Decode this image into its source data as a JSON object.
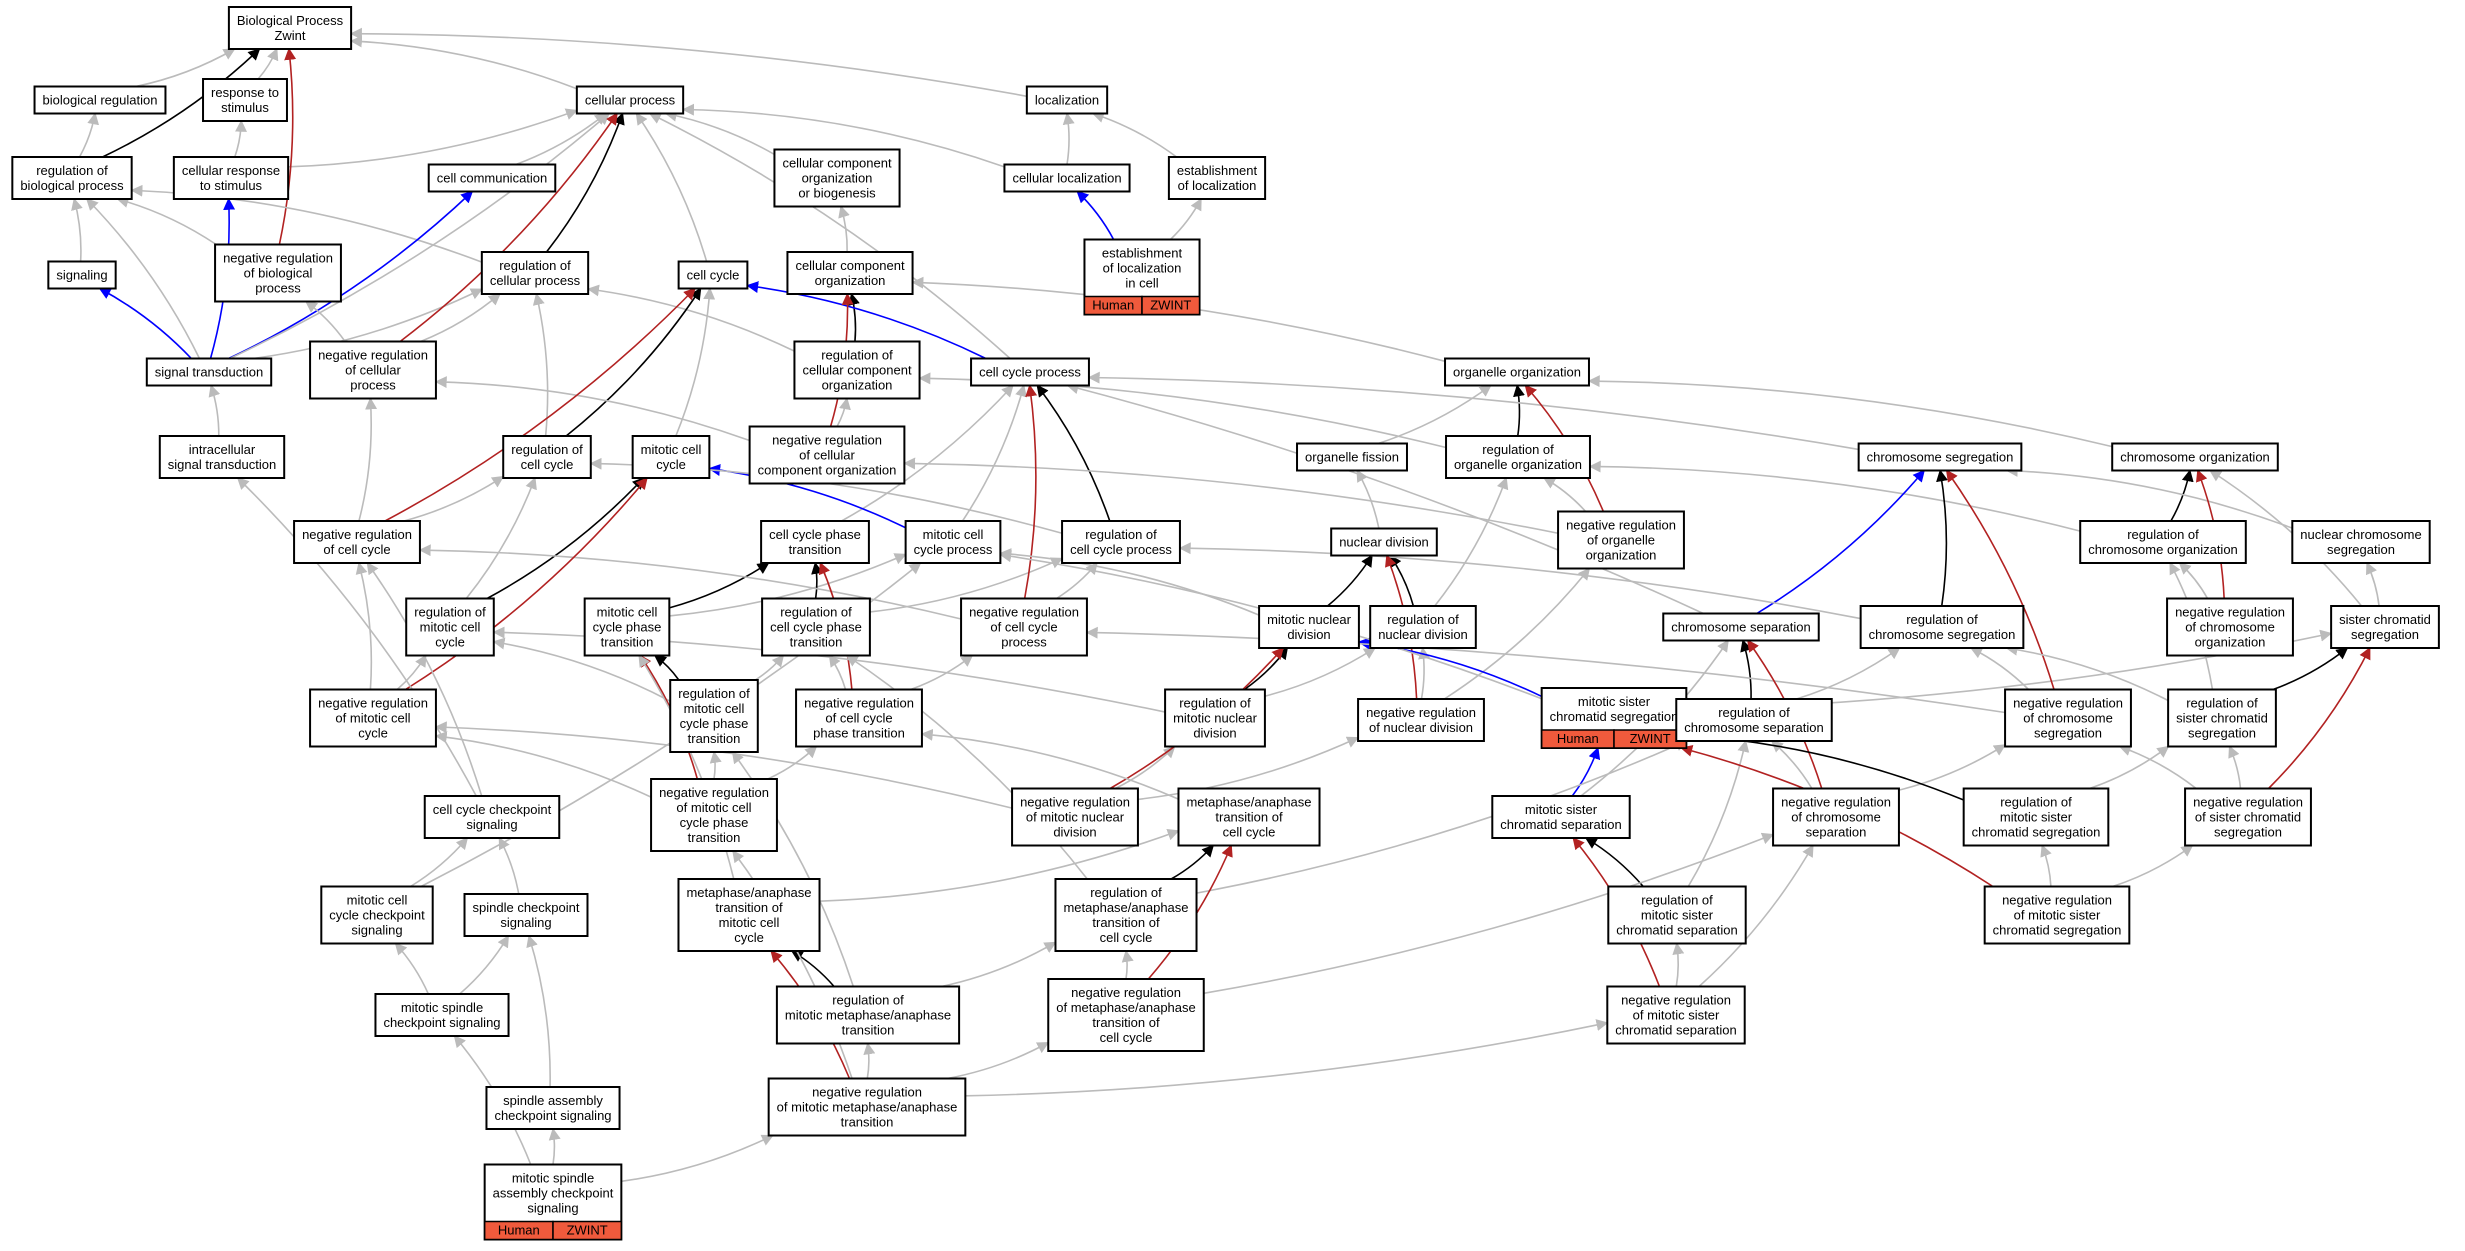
{
  "colors": {
    "is_a": "#bbbbbb",
    "part_of": "#000000",
    "regulates": "#0000ff",
    "neg_regulates": "#b22222",
    "tag_fill": "#f05a3c"
  },
  "nodes": {
    "bp": {
      "lines": [
        "Biological Process",
        "Zwint"
      ]
    },
    "bioreg": {
      "lines": [
        "biological regulation"
      ]
    },
    "resp": {
      "lines": [
        "response to",
        "stimulus"
      ]
    },
    "cellproc": {
      "lines": [
        "cellular process"
      ]
    },
    "loc": {
      "lines": [
        "localization"
      ]
    },
    "regbio": {
      "lines": [
        "regulation of",
        "biological process"
      ]
    },
    "cellresp": {
      "lines": [
        "cellular response",
        "to stimulus"
      ]
    },
    "cellcomm": {
      "lines": [
        "cell communication"
      ]
    },
    "ccob": {
      "lines": [
        "cellular component",
        "organization",
        "or biogenesis"
      ]
    },
    "cellloc": {
      "lines": [
        "cellular localization"
      ]
    },
    "estloc": {
      "lines": [
        "establishment",
        "of localization"
      ]
    },
    "signaling": {
      "lines": [
        "signaling"
      ]
    },
    "negregbio": {
      "lines": [
        "negative regulation",
        "of biological",
        "process"
      ]
    },
    "regcellproc": {
      "lines": [
        "regulation of",
        "cellular process"
      ]
    },
    "cellcycle": {
      "lines": [
        "cell cycle"
      ]
    },
    "cco": {
      "lines": [
        "cellular component",
        "organization"
      ]
    },
    "estloccell": {
      "lines": [
        "establishment",
        "of localization",
        "in cell"
      ],
      "tags": [
        "Human",
        "ZWINT"
      ]
    },
    "sigtrans": {
      "lines": [
        "signal transduction"
      ]
    },
    "negregcellproc": {
      "lines": [
        "negative regulation",
        "of cellular",
        "process"
      ]
    },
    "regcco": {
      "lines": [
        "regulation of",
        "cellular component",
        "organization"
      ]
    },
    "ccp": {
      "lines": [
        "cell cycle process"
      ]
    },
    "orgorg": {
      "lines": [
        "organelle organization"
      ]
    },
    "intrasig": {
      "lines": [
        "intracellular",
        "signal transduction"
      ]
    },
    "regcc": {
      "lines": [
        "regulation of",
        "cell cycle"
      ]
    },
    "mitcc": {
      "lines": [
        "mitotic cell",
        "cycle"
      ]
    },
    "negregcco": {
      "lines": [
        "negative regulation",
        "of cellular",
        "component organization"
      ]
    },
    "orgfis": {
      "lines": [
        "organelle fission"
      ]
    },
    "regorgorg": {
      "lines": [
        "regulation of",
        "organelle organization"
      ]
    },
    "chrseg": {
      "lines": [
        "chromosome segregation"
      ]
    },
    "chrorg": {
      "lines": [
        "chromosome organization"
      ]
    },
    "negregcc": {
      "lines": [
        "negative regulation",
        "of cell cycle"
      ]
    },
    "ccpt": {
      "lines": [
        "cell cycle phase",
        "transition"
      ]
    },
    "mitccp": {
      "lines": [
        "mitotic cell",
        "cycle process"
      ]
    },
    "regccp": {
      "lines": [
        "regulation of",
        "cell cycle process"
      ]
    },
    "nucdiv": {
      "lines": [
        "nuclear division"
      ]
    },
    "negregorgorg": {
      "lines": [
        "negative regulation",
        "of organelle",
        "organization"
      ]
    },
    "regchrorg": {
      "lines": [
        "regulation of",
        "chromosome organization"
      ]
    },
    "nucchrseg": {
      "lines": [
        "nuclear chromosome",
        "segregation"
      ]
    },
    "regmitcc": {
      "lines": [
        "regulation of",
        "mitotic cell",
        "cycle"
      ]
    },
    "mitccpt": {
      "lines": [
        "mitotic cell",
        "cycle phase",
        "transition"
      ]
    },
    "regccpt": {
      "lines": [
        "regulation of",
        "cell cycle phase",
        "transition"
      ]
    },
    "negregccp": {
      "lines": [
        "negative regulation",
        "of cell cycle",
        "process"
      ]
    },
    "mitnucdiv": {
      "lines": [
        "mitotic nuclear",
        "division"
      ]
    },
    "regnucdiv": {
      "lines": [
        "regulation of",
        "nuclear division"
      ]
    },
    "chrsep": {
      "lines": [
        "chromosome separation"
      ]
    },
    "regchrseg": {
      "lines": [
        "regulation of",
        "chromosome segregation"
      ]
    },
    "negregchrorg": {
      "lines": [
        "negative regulation",
        "of chromosome",
        "organization"
      ]
    },
    "sischrseg": {
      "lines": [
        "sister chromatid",
        "segregation"
      ]
    },
    "negregmitcc": {
      "lines": [
        "negative regulation",
        "of mitotic cell",
        "cycle"
      ]
    },
    "regmitccpt": {
      "lines": [
        "regulation of",
        "mitotic cell",
        "cycle phase",
        "transition"
      ]
    },
    "negregccpt": {
      "lines": [
        "negative regulation",
        "of cell cycle",
        "phase transition"
      ]
    },
    "regmitnucdiv": {
      "lines": [
        "regulation of",
        "mitotic nuclear",
        "division"
      ]
    },
    "negregnucdiv": {
      "lines": [
        "negative regulation",
        "of nuclear division"
      ]
    },
    "mitsischrseg": {
      "lines": [
        "mitotic sister",
        "chromatid segregation"
      ],
      "tags": [
        "Human",
        "ZWINT"
      ]
    },
    "regchrsep": {
      "lines": [
        "regulation of",
        "chromosome separation"
      ]
    },
    "negregchrseg": {
      "lines": [
        "negative regulation",
        "of chromosome",
        "segregation"
      ]
    },
    "regsischrseg": {
      "lines": [
        "regulation of",
        "sister chromatid",
        "segregation"
      ]
    },
    "ccchksig": {
      "lines": [
        "cell cycle checkpoint",
        "signaling"
      ]
    },
    "negregmitccpt": {
      "lines": [
        "negative regulation",
        "of mitotic cell",
        "cycle phase",
        "transition"
      ]
    },
    "negregmitnucdiv": {
      "lines": [
        "negative regulation",
        "of mitotic nuclear",
        "division"
      ]
    },
    "matcc": {
      "lines": [
        "metaphase/anaphase",
        "transition of",
        "cell cycle"
      ]
    },
    "mitsischrsep": {
      "lines": [
        "mitotic sister",
        "chromatid separation"
      ]
    },
    "negregchrsep": {
      "lines": [
        "negative regulation",
        "of chromosome",
        "separation"
      ]
    },
    "regmitsischrseg": {
      "lines": [
        "regulation of",
        "mitotic sister",
        "chromatid segregation"
      ]
    },
    "negregsischrseg": {
      "lines": [
        "negative regulation",
        "of sister chromatid",
        "segregation"
      ]
    },
    "mitccchksig": {
      "lines": [
        "mitotic cell",
        "cycle checkpoint",
        "signaling"
      ]
    },
    "spchksig": {
      "lines": [
        "spindle checkpoint",
        "signaling"
      ]
    },
    "matmitcc": {
      "lines": [
        "metaphase/anaphase",
        "transition of",
        "mitotic cell",
        "cycle"
      ]
    },
    "regmatcc": {
      "lines": [
        "regulation of",
        "metaphase/anaphase",
        "transition of",
        "cell cycle"
      ]
    },
    "regmitsischrsep": {
      "lines": [
        "regulation of",
        "mitotic sister",
        "chromatid separation"
      ]
    },
    "negregmitsischrseg": {
      "lines": [
        "negative regulation",
        "of mitotic sister",
        "chromatid segregation"
      ]
    },
    "mitspchksig": {
      "lines": [
        "mitotic spindle",
        "checkpoint signaling"
      ]
    },
    "regmitmat": {
      "lines": [
        "regulation of",
        "mitotic metaphase/anaphase",
        "transition"
      ]
    },
    "negregmatcc": {
      "lines": [
        "negative regulation",
        "of metaphase/anaphase",
        "transition of",
        "cell cycle"
      ]
    },
    "negregmitsischrsep": {
      "lines": [
        "negative regulation",
        "of mitotic sister",
        "chromatid separation"
      ]
    },
    "spasmchksig": {
      "lines": [
        "spindle assembly",
        "checkpoint signaling"
      ]
    },
    "negregmitmat": {
      "lines": [
        "negative regulation",
        "of mitotic metaphase/anaphase",
        "transition"
      ]
    },
    "mitspasmchksig": {
      "lines": [
        "mitotic spindle",
        "assembly checkpoint",
        "signaling"
      ],
      "tags": [
        "Human",
        "ZWINT"
      ]
    }
  },
  "edges": [
    [
      "bioreg",
      "bp",
      "is_a"
    ],
    [
      "resp",
      "bp",
      "is_a"
    ],
    [
      "cellproc",
      "bp",
      "is_a"
    ],
    [
      "loc",
      "bp",
      "is_a"
    ],
    [
      "regbio",
      "bioreg",
      "is_a"
    ],
    [
      "regbio",
      "bp",
      "part_of"
    ],
    [
      "cellresp",
      "resp",
      "is_a"
    ],
    [
      "cellresp",
      "cellproc",
      "is_a"
    ],
    [
      "cellcomm",
      "cellproc",
      "is_a"
    ],
    [
      "ccob",
      "cellproc",
      "is_a"
    ],
    [
      "cellloc",
      "cellproc",
      "is_a"
    ],
    [
      "cellloc",
      "loc",
      "is_a"
    ],
    [
      "estloc",
      "loc",
      "is_a"
    ],
    [
      "signaling",
      "regbio",
      "is_a"
    ],
    [
      "negregbio",
      "regbio",
      "is_a"
    ],
    [
      "negregbio",
      "bp",
      "neg_regulates"
    ],
    [
      "regcellproc",
      "regbio",
      "is_a"
    ],
    [
      "regcellproc",
      "cellproc",
      "part_of"
    ],
    [
      "cellcycle",
      "cellproc",
      "is_a"
    ],
    [
      "cco",
      "ccob",
      "is_a"
    ],
    [
      "estloccell",
      "cellloc",
      "regulates"
    ],
    [
      "estloccell",
      "estloc",
      "is_a"
    ],
    [
      "sigtrans",
      "signaling",
      "regulates"
    ],
    [
      "sigtrans",
      "cellresp",
      "regulates"
    ],
    [
      "sigtrans",
      "cellcomm",
      "regulates"
    ],
    [
      "sigtrans",
      "regcellproc",
      "is_a"
    ],
    [
      "sigtrans",
      "cellproc",
      "is_a"
    ],
    [
      "sigtrans",
      "regbio",
      "is_a"
    ],
    [
      "negregcellproc",
      "negregbio",
      "is_a"
    ],
    [
      "negregcellproc",
      "regcellproc",
      "is_a"
    ],
    [
      "negregcellproc",
      "cellproc",
      "neg_regulates"
    ],
    [
      "regcco",
      "cco",
      "part_of"
    ],
    [
      "regcco",
      "regcellproc",
      "is_a"
    ],
    [
      "ccp",
      "cellcycle",
      "regulates"
    ],
    [
      "ccp",
      "cellproc",
      "is_a"
    ],
    [
      "orgorg",
      "cco",
      "is_a"
    ],
    [
      "intrasig",
      "sigtrans",
      "is_a"
    ],
    [
      "regcc",
      "cellcycle",
      "part_of"
    ],
    [
      "regcc",
      "regcellproc",
      "is_a"
    ],
    [
      "mitcc",
      "cellcycle",
      "is_a"
    ],
    [
      "negregcco",
      "regcco",
      "is_a"
    ],
    [
      "negregcco",
      "cco",
      "neg_regulates"
    ],
    [
      "negregcco",
      "negregcellproc",
      "is_a"
    ],
    [
      "orgfis",
      "orgorg",
      "is_a"
    ],
    [
      "regorgorg",
      "orgorg",
      "part_of"
    ],
    [
      "regorgorg",
      "regcco",
      "is_a"
    ],
    [
      "chrseg",
      "ccp",
      "is_a"
    ],
    [
      "chrorg",
      "orgorg",
      "is_a"
    ],
    [
      "negregcc",
      "regcc",
      "is_a"
    ],
    [
      "negregcc",
      "cellcycle",
      "neg_regulates"
    ],
    [
      "negregcc",
      "negregcellproc",
      "is_a"
    ],
    [
      "ccpt",
      "ccp",
      "is_a"
    ],
    [
      "mitccp",
      "mitcc",
      "regulates"
    ],
    [
      "mitccp",
      "ccp",
      "is_a"
    ],
    [
      "regccp",
      "ccp",
      "part_of"
    ],
    [
      "regccp",
      "regcc",
      "is_a"
    ],
    [
      "nucdiv",
      "orgfis",
      "is_a"
    ],
    [
      "negregorgorg",
      "regorgorg",
      "is_a"
    ],
    [
      "negregorgorg",
      "orgorg",
      "neg_regulates"
    ],
    [
      "negregorgorg",
      "negregcco",
      "is_a"
    ],
    [
      "regchrorg",
      "chrorg",
      "part_of"
    ],
    [
      "regchrorg",
      "regorgorg",
      "is_a"
    ],
    [
      "nucchrseg",
      "chrseg",
      "is_a"
    ],
    [
      "regmitcc",
      "mitcc",
      "part_of"
    ],
    [
      "regmitcc",
      "regcc",
      "is_a"
    ],
    [
      "mitccpt",
      "ccpt",
      "part_of"
    ],
    [
      "mitccpt",
      "mitccp",
      "is_a"
    ],
    [
      "regccpt",
      "ccpt",
      "part_of"
    ],
    [
      "regccpt",
      "regccp",
      "is_a"
    ],
    [
      "negregccp",
      "regccp",
      "is_a"
    ],
    [
      "negregccp",
      "ccp",
      "neg_regulates"
    ],
    [
      "negregccp",
      "negregcc",
      "is_a"
    ],
    [
      "mitnucdiv",
      "nucdiv",
      "part_of"
    ],
    [
      "mitnucdiv",
      "mitccp",
      "is_a"
    ],
    [
      "regnucdiv",
      "nucdiv",
      "part_of"
    ],
    [
      "regnucdiv",
      "regorgorg",
      "is_a"
    ],
    [
      "chrsep",
      "chrseg",
      "regulates"
    ],
    [
      "chrsep",
      "ccp",
      "is_a"
    ],
    [
      "regchrseg",
      "chrseg",
      "part_of"
    ],
    [
      "regchrseg",
      "regccp",
      "is_a"
    ],
    [
      "negregchrorg",
      "regchrorg",
      "is_a"
    ],
    [
      "negregchrorg",
      "chrorg",
      "neg_regulates"
    ],
    [
      "sischrseg",
      "nucchrseg",
      "is_a"
    ],
    [
      "sischrseg",
      "chrorg",
      "is_a"
    ],
    [
      "negregmitcc",
      "regmitcc",
      "is_a"
    ],
    [
      "negregmitcc",
      "mitcc",
      "neg_regulates"
    ],
    [
      "negregmitcc",
      "negregcc",
      "is_a"
    ],
    [
      "regmitccpt",
      "mitccpt",
      "part_of"
    ],
    [
      "regmitccpt",
      "regmitcc",
      "is_a"
    ],
    [
      "regmitccpt",
      "regccpt",
      "is_a"
    ],
    [
      "negregccpt",
      "regccpt",
      "is_a"
    ],
    [
      "negregccpt",
      "ccpt",
      "neg_regulates"
    ],
    [
      "negregccpt",
      "negregccp",
      "is_a"
    ],
    [
      "regmitnucdiv",
      "mitnucdiv",
      "part_of"
    ],
    [
      "regmitnucdiv",
      "regnucdiv",
      "is_a"
    ],
    [
      "regmitnucdiv",
      "regmitcc",
      "is_a"
    ],
    [
      "negregnucdiv",
      "regnucdiv",
      "is_a"
    ],
    [
      "negregnucdiv",
      "nucdiv",
      "neg_regulates"
    ],
    [
      "negregnucdiv",
      "negregorgorg",
      "is_a"
    ],
    [
      "mitsischrseg",
      "mitnucdiv",
      "regulates"
    ],
    [
      "mitsischrseg",
      "sischrseg",
      "is_a"
    ],
    [
      "mitsischrseg",
      "mitccp",
      "is_a"
    ],
    [
      "regchrsep",
      "chrsep",
      "part_of"
    ],
    [
      "regchrsep",
      "regchrseg",
      "is_a"
    ],
    [
      "negregchrseg",
      "regchrseg",
      "is_a"
    ],
    [
      "negregchrseg",
      "chrseg",
      "neg_regulates"
    ],
    [
      "negregchrseg",
      "negregccp",
      "is_a"
    ],
    [
      "regsischrseg",
      "sischrseg",
      "part_of"
    ],
    [
      "regsischrseg",
      "regchrseg",
      "is_a"
    ],
    [
      "regsischrseg",
      "regchrorg",
      "is_a"
    ],
    [
      "ccchksig",
      "negregcc",
      "is_a"
    ],
    [
      "ccchksig",
      "intrasig",
      "is_a"
    ],
    [
      "negregmitccpt",
      "regmitccpt",
      "is_a"
    ],
    [
      "negregmitccpt",
      "mitccpt",
      "neg_regulates"
    ],
    [
      "negregmitccpt",
      "negregccpt",
      "is_a"
    ],
    [
      "negregmitccpt",
      "negregmitcc",
      "is_a"
    ],
    [
      "negregmitnucdiv",
      "regmitnucdiv",
      "is_a"
    ],
    [
      "negregmitnucdiv",
      "mitnucdiv",
      "neg_regulates"
    ],
    [
      "negregmitnucdiv",
      "negregnucdiv",
      "is_a"
    ],
    [
      "negregmitnucdiv",
      "negregmitcc",
      "is_a"
    ],
    [
      "matcc",
      "negregccpt",
      "is_a"
    ],
    [
      "mitsischrsep",
      "mitsischrseg",
      "regulates"
    ],
    [
      "mitsischrsep",
      "chrsep",
      "is_a"
    ],
    [
      "negregchrsep",
      "regchrsep",
      "is_a"
    ],
    [
      "negregchrsep",
      "chrsep",
      "neg_regulates"
    ],
    [
      "negregchrsep",
      "negregchrseg",
      "is_a"
    ],
    [
      "regmitsischrseg",
      "mitsischrseg",
      "part_of"
    ],
    [
      "regmitsischrseg",
      "regsischrseg",
      "is_a"
    ],
    [
      "negregsischrseg",
      "regsischrseg",
      "is_a"
    ],
    [
      "negregsischrseg",
      "sischrseg",
      "neg_regulates"
    ],
    [
      "negregsischrseg",
      "negregchrseg",
      "is_a"
    ],
    [
      "mitccchksig",
      "ccchksig",
      "is_a"
    ],
    [
      "mitccchksig",
      "mitccp",
      "is_a"
    ],
    [
      "spchksig",
      "ccchksig",
      "is_a"
    ],
    [
      "matmitcc",
      "matcc",
      "is_a"
    ],
    [
      "matmitcc",
      "mitccpt",
      "is_a"
    ],
    [
      "regmatcc",
      "matcc",
      "part_of"
    ],
    [
      "regmatcc",
      "regccpt",
      "is_a"
    ],
    [
      "regmatcc",
      "regchrsep",
      "is_a"
    ],
    [
      "regmitsischrsep",
      "mitsischrsep",
      "part_of"
    ],
    [
      "regmitsischrsep",
      "regchrsep",
      "is_a"
    ],
    [
      "negregmitsischrseg",
      "regmitsischrseg",
      "is_a"
    ],
    [
      "negregmitsischrseg",
      "mitsischrseg",
      "neg_regulates"
    ],
    [
      "negregmitsischrseg",
      "negregsischrseg",
      "is_a"
    ],
    [
      "mitspchksig",
      "mitccchksig",
      "is_a"
    ],
    [
      "mitspchksig",
      "spchksig",
      "is_a"
    ],
    [
      "regmitmat",
      "matmitcc",
      "part_of"
    ],
    [
      "regmitmat",
      "regmatcc",
      "is_a"
    ],
    [
      "regmitmat",
      "regmitccpt",
      "is_a"
    ],
    [
      "negregmatcc",
      "regmatcc",
      "is_a"
    ],
    [
      "negregmatcc",
      "matcc",
      "neg_regulates"
    ],
    [
      "negregmatcc",
      "negregchrsep",
      "is_a"
    ],
    [
      "negregmitsischrsep",
      "regmitsischrsep",
      "is_a"
    ],
    [
      "negregmitsischrsep",
      "mitsischrsep",
      "neg_regulates"
    ],
    [
      "negregmitsischrsep",
      "negregchrsep",
      "is_a"
    ],
    [
      "spasmchksig",
      "spchksig",
      "is_a"
    ],
    [
      "negregmitmat",
      "regmitmat",
      "is_a"
    ],
    [
      "negregmitmat",
      "matmitcc",
      "neg_regulates"
    ],
    [
      "negregmitmat",
      "negregmatcc",
      "is_a"
    ],
    [
      "negregmitmat",
      "negregmitccpt",
      "is_a"
    ],
    [
      "negregmitmat",
      "negregmitsischrsep",
      "is_a"
    ],
    [
      "mitspasmchksig",
      "mitspchksig",
      "is_a"
    ],
    [
      "mitspasmchksig",
      "spasmchksig",
      "is_a"
    ],
    [
      "mitspasmchksig",
      "negregmitmat",
      "is_a"
    ]
  ]
}
